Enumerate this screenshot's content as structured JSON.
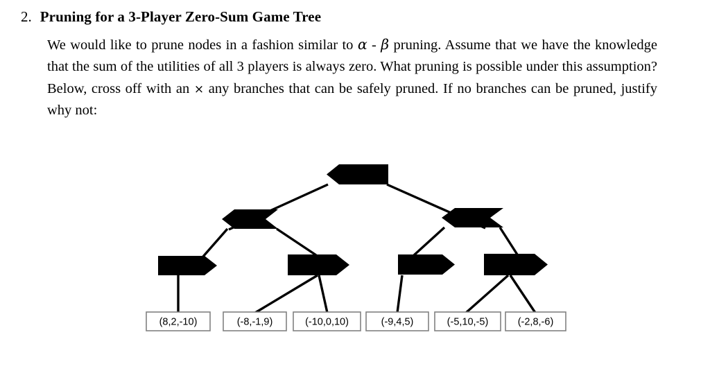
{
  "problem": {
    "number": "2.",
    "title": "Pruning for a 3-Player Zero-Sum Game Tree",
    "body_segments": [
      "We would like to prune nodes in a fashion similar to ",
      "α",
      " - ",
      "β",
      " pruning. Assume that we have the knowledge that the sum of the utilities of all 3 players is always zero. What pruning is possible under this assumption? Below, cross off with an ",
      "×",
      " any branches that can be safely pruned. If no branches can be pruned, justify why not:"
    ],
    "body_text": "We would like to prune nodes in a fashion similar to α - β pruning. Assume that we have the knowledge that the sum of the utilities of all 3 players is always zero. What pruning is possible under this assumption? Below, cross off with an × any branches that can be safely pruned. If no branches can be pruned, justify why not:"
  },
  "figure": {
    "name": "game-tree-diagram",
    "node_fill_color": "#000000",
    "edge_color": "#000000",
    "leaf_border_color": "#808080",
    "leaf_fill_color": "#ffffff",
    "nodes": [
      {
        "id": "root",
        "label": "root-node",
        "shape": "left-pointing-pentagon-arrow",
        "depth": 0
      },
      {
        "id": "l1a",
        "label": "internal-node-left",
        "shape": "left-pointing-chevron",
        "depth": 1
      },
      {
        "id": "l1b",
        "label": "internal-node-right",
        "shape": "left-pointing-chevron",
        "depth": 1
      },
      {
        "id": "l2a",
        "label": "internal-node-a",
        "shape": "right-pointing-pentagon-arrow",
        "depth": 2
      },
      {
        "id": "l2b",
        "label": "internal-node-b",
        "shape": "right-pointing-pentagon-arrow",
        "depth": 2
      },
      {
        "id": "l2c",
        "label": "internal-node-c",
        "shape": "right-pointing-pentagon-arrow",
        "depth": 2
      },
      {
        "id": "l2d",
        "label": "internal-node-d",
        "shape": "right-pointing-pentagon-arrow",
        "depth": 2
      }
    ],
    "leaves": [
      {
        "id": "leaf1",
        "value": "(8,2,-10)",
        "parent": "l2a"
      },
      {
        "id": "leaf2",
        "value": "(-8,-1,9)",
        "parent": "l2b"
      },
      {
        "id": "leaf3",
        "value": "(-10,0,10)",
        "parent": "l2b"
      },
      {
        "id": "leaf4",
        "value": "(-9,4,5)",
        "parent": "l2c"
      },
      {
        "id": "leaf5",
        "value": "(-5,10,-5)",
        "parent": "l2d"
      },
      {
        "id": "leaf6",
        "value": "(-2,8,-6)",
        "parent": "l2d"
      }
    ]
  }
}
